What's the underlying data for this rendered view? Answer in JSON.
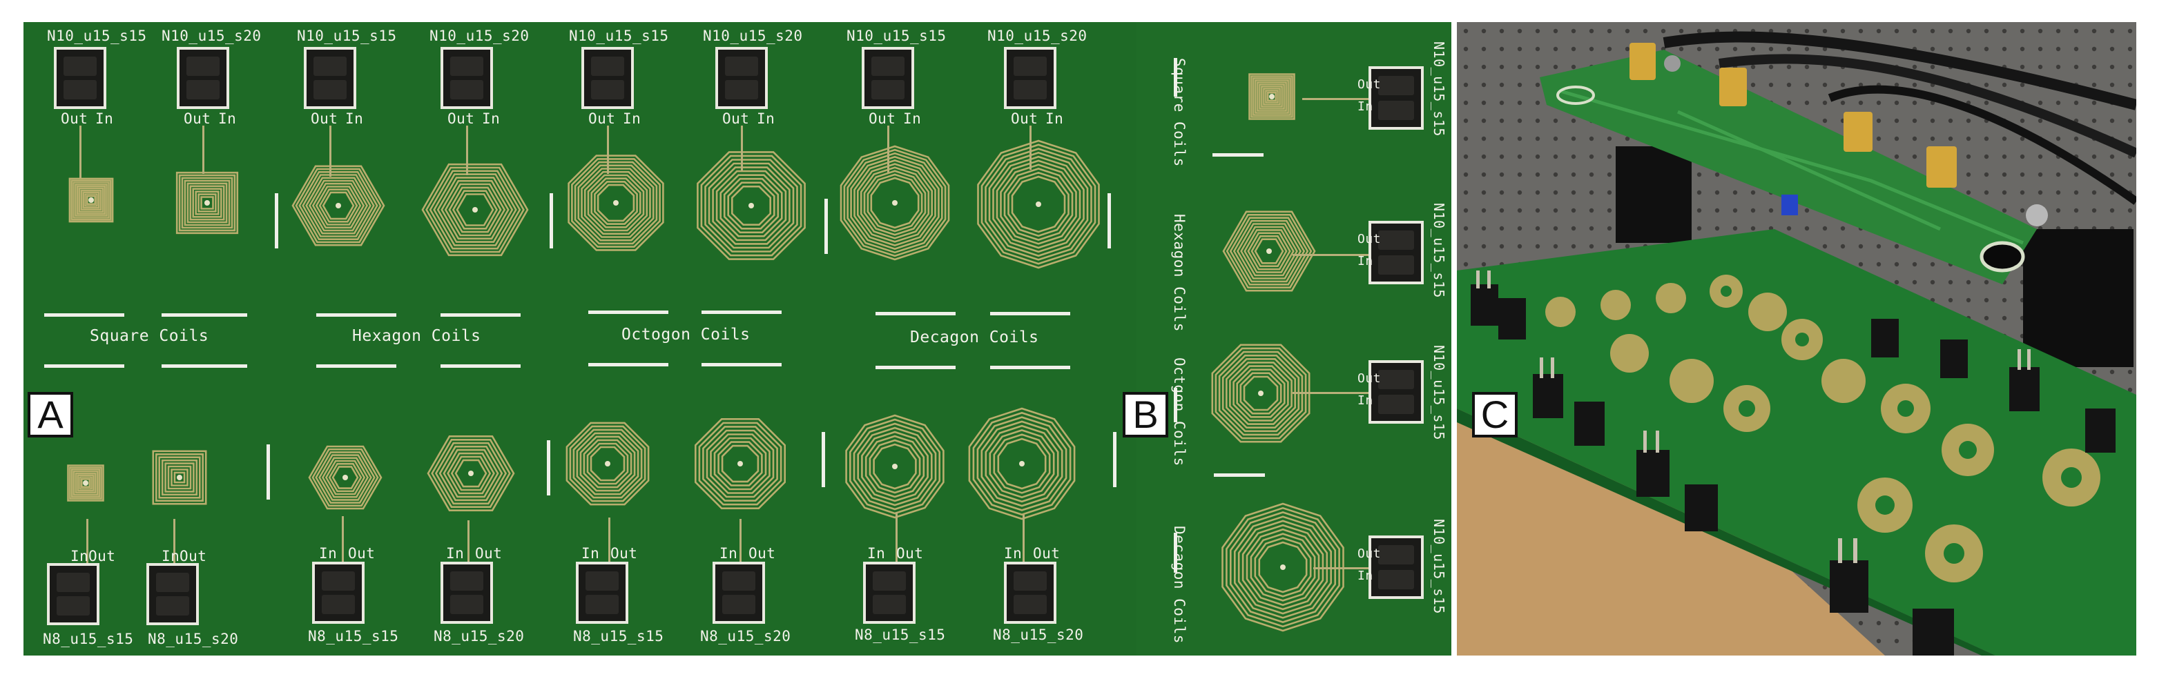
{
  "panels": {
    "a": {
      "label": "A",
      "top_row_labels": [
        "N10_u15_s15",
        "N10_u15_s20",
        "N10_u15_s15",
        "N10_u15_s20",
        "N10_u15_s15",
        "N10_u15_s20",
        "N10_u15_s15",
        "N10_u15_s20"
      ],
      "bottom_row_labels": [
        "N8_u15_s15",
        "N8_u15_s20",
        "N8_u15_s15",
        "N8_u15_s20",
        "N8_u15_s15",
        "N8_u15_s20",
        "N8_u15_s15",
        "N8_u15_s20"
      ],
      "pin_top": {
        "out": "Out",
        "in": "In"
      },
      "pin_bottom": {
        "in": "In",
        "out": "Out"
      },
      "group_titles": [
        "Square Coils",
        "Hexagon Coils",
        "Octogon Coils",
        "Decagon Coils"
      ]
    },
    "b": {
      "label": "B",
      "group_titles": [
        "Square Coils",
        "Hexagon Coils",
        "Octgon Coils",
        "Decagon Coils"
      ],
      "connector_labels": [
        "N10_u15_s15",
        "N10_u15_s15",
        "N10_u15_s15",
        "N10_u15_s15"
      ],
      "pins": {
        "out": "Out",
        "in": "In"
      }
    },
    "c": {
      "label": "C"
    }
  },
  "colors": {
    "pcb": "#1e6a26",
    "copper": "#b9ae6d",
    "silkscreen": "#f2f2ea",
    "header": "#1a1a18"
  }
}
